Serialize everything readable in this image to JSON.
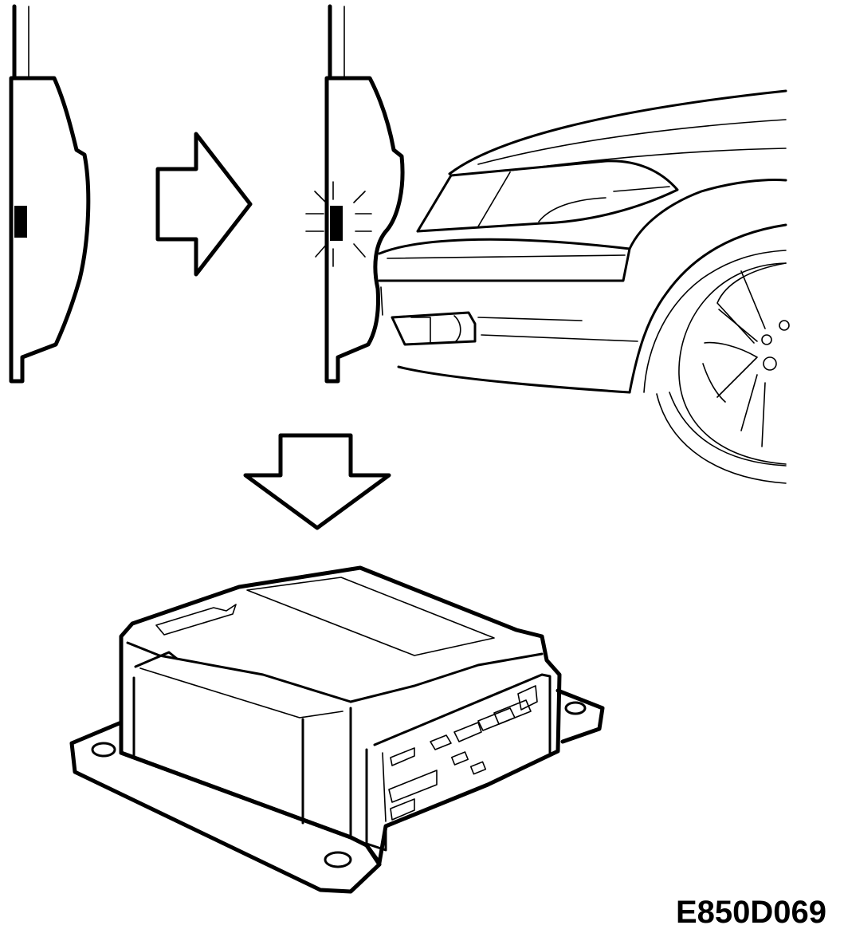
{
  "figure_code": "E850D069",
  "colors": {
    "deformed_bumper_fill": "#8c7f7a",
    "line": "#000000",
    "background": "#ffffff"
  },
  "panels": [
    "bumper-beam-undeformed",
    "arrow-right",
    "bumper-beam-deformed-with-flashing-sensor",
    "car-front-quarter",
    "arrow-down",
    "airbag-control-module"
  ]
}
